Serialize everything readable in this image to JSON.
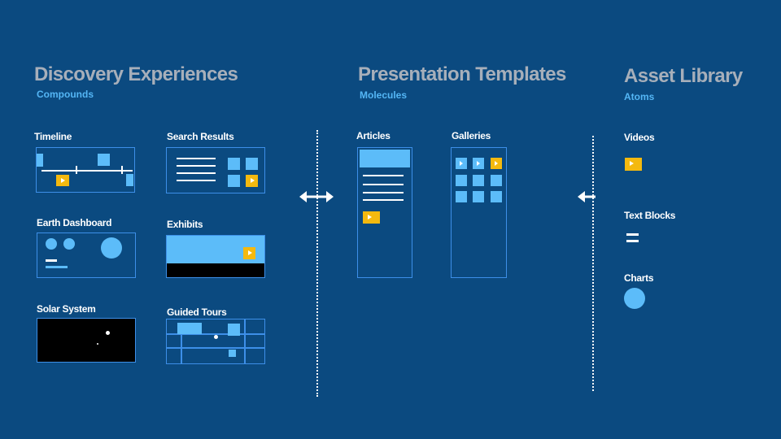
{
  "columns": {
    "discovery": {
      "title": "Discovery Experiences",
      "subtitle": "Compounds"
    },
    "presentation": {
      "title": "Presentation Templates",
      "subtitle": "Molecules"
    },
    "assets": {
      "title": "Asset Library",
      "subtitle": "Atoms"
    }
  },
  "compounds": {
    "timeline": "Timeline",
    "search_results": "Search Results",
    "earth_dashboard": "Earth Dashboard",
    "exhibits": "Exhibits",
    "solar_system": "Solar System",
    "guided_tours": "Guided Tours"
  },
  "molecules": {
    "articles": "Articles",
    "galleries": "Galleries"
  },
  "atoms": {
    "videos": "Videos",
    "text_blocks": "Text Blocks",
    "charts": "Charts"
  },
  "colors": {
    "background": "#0b4a80",
    "heading_gray": "#a7afba",
    "accent_blue": "#54b6f5",
    "outline_blue": "#3d8fe8",
    "play_yellow": "#f4b90f"
  },
  "icons": [
    "play-icon",
    "bidirectional-arrow-icon",
    "left-arrow-icon"
  ]
}
